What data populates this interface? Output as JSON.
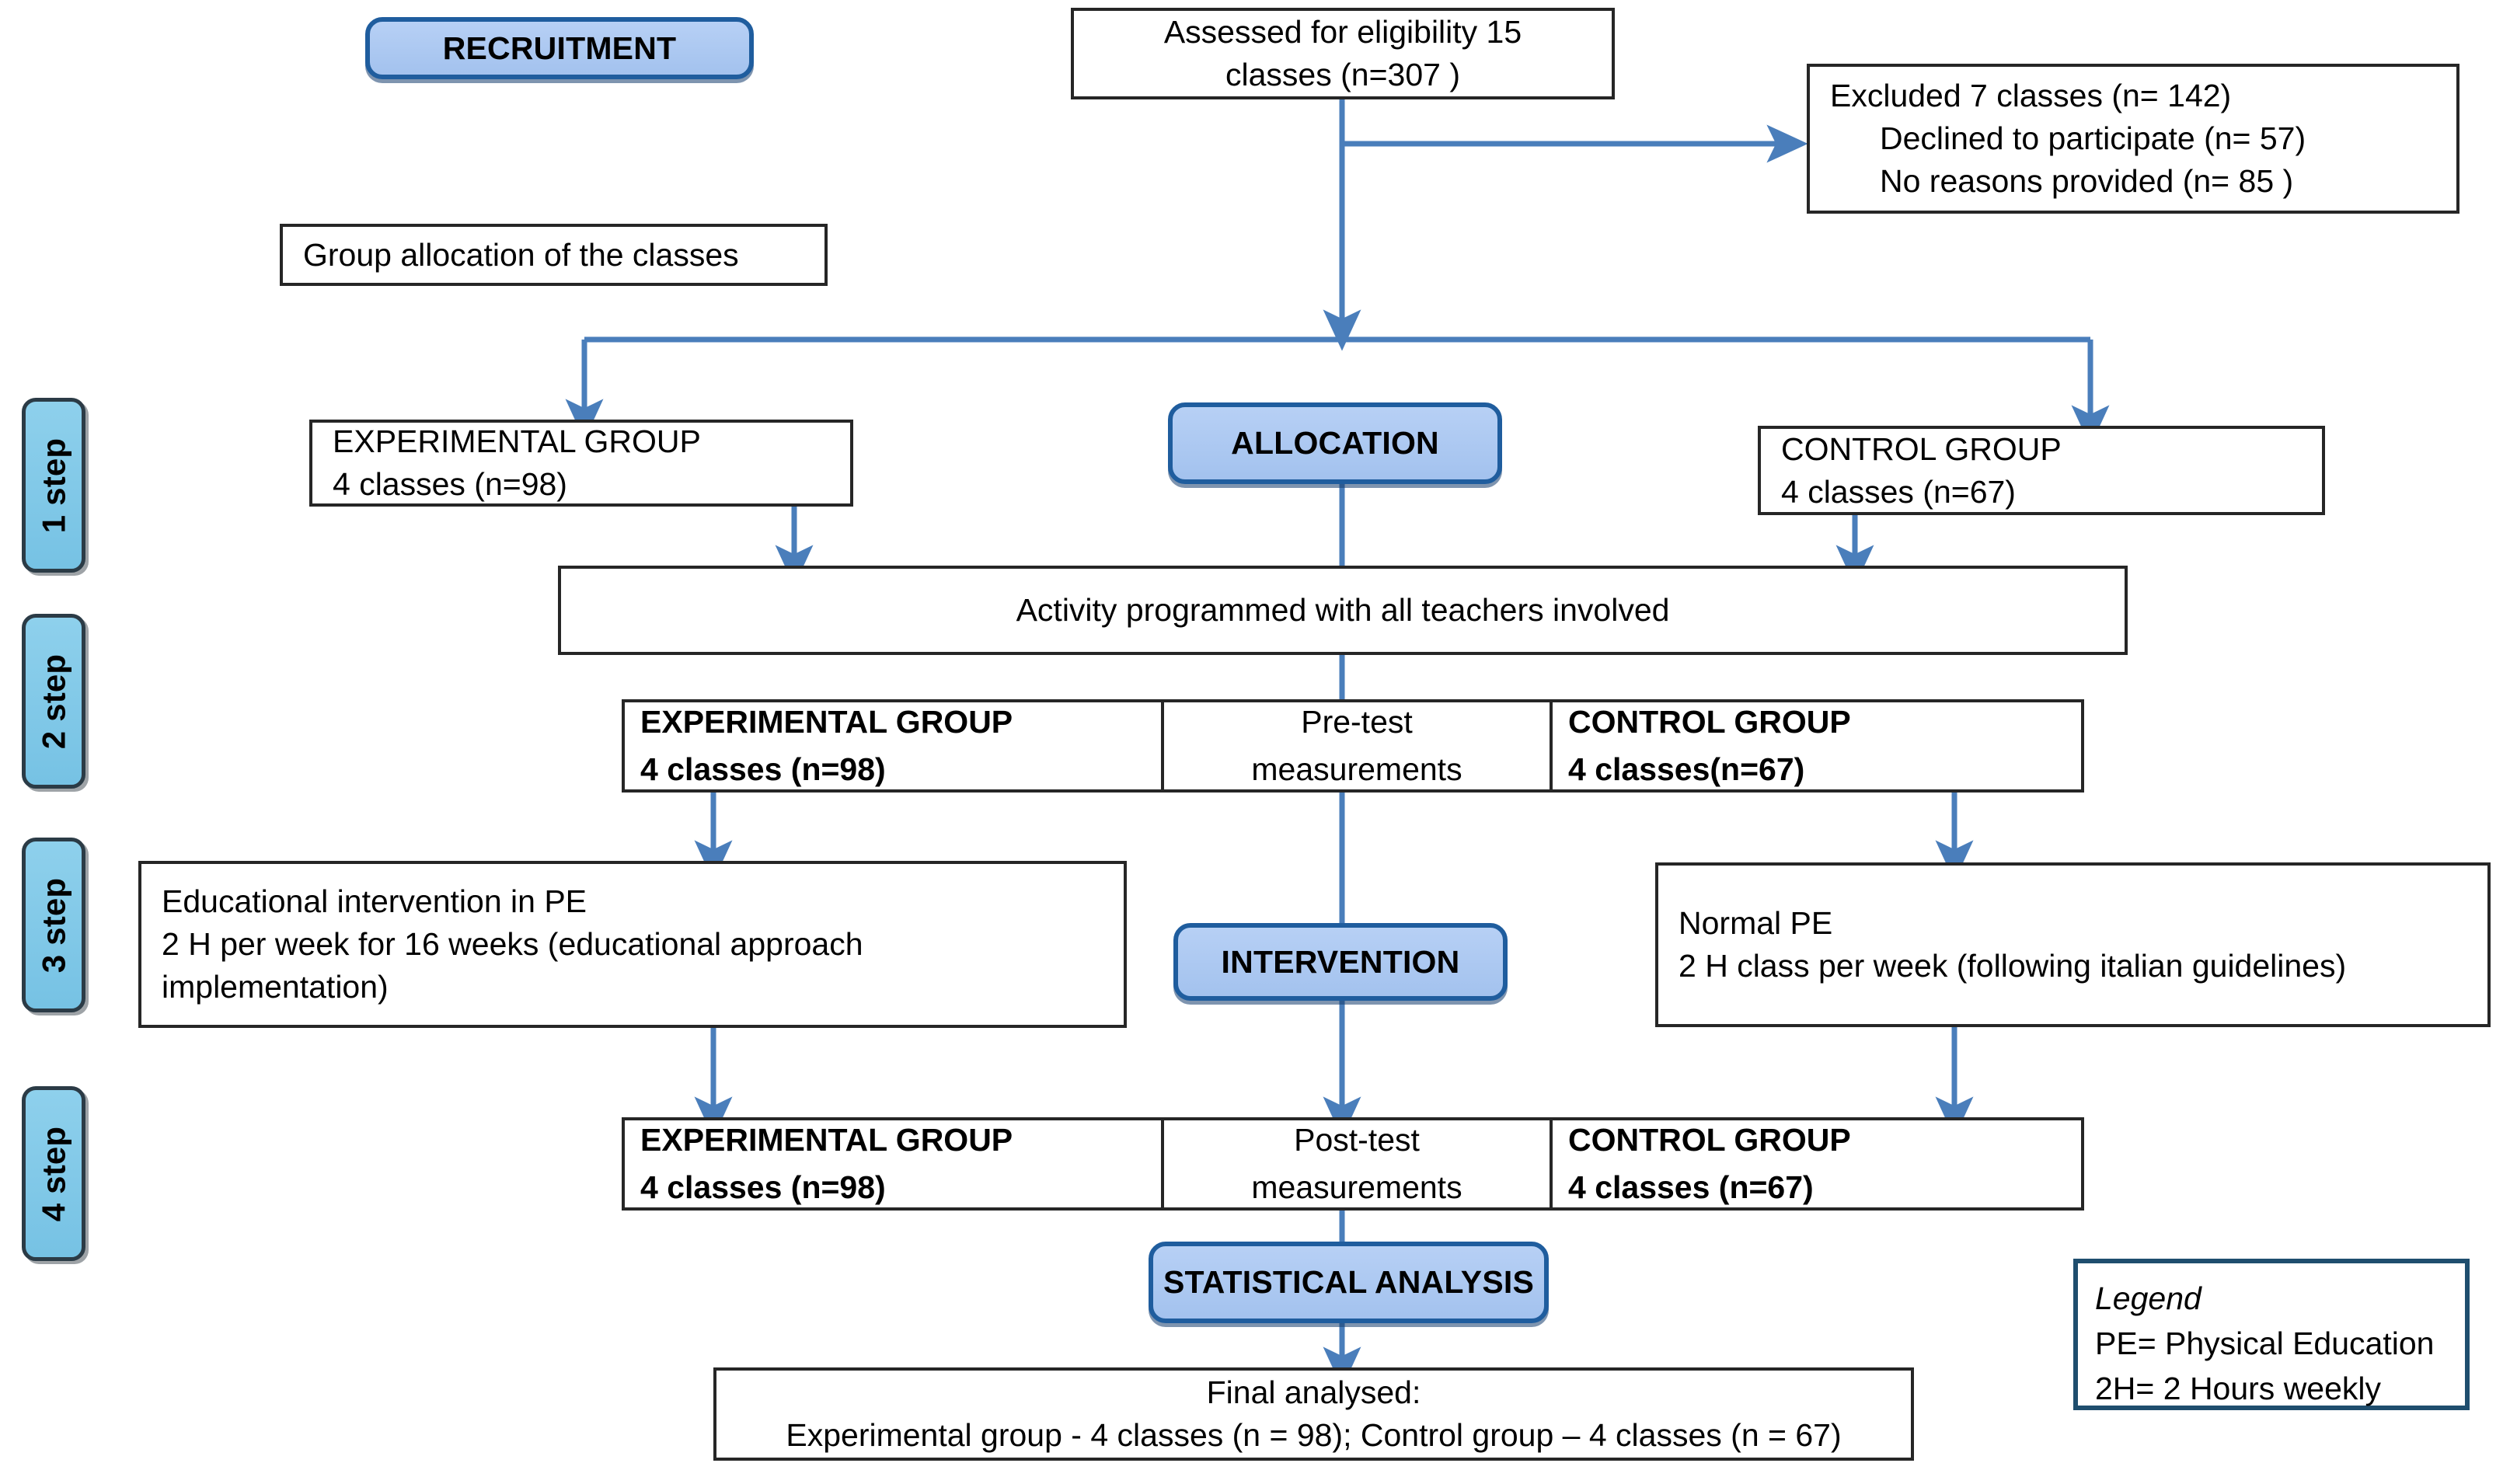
{
  "colors": {
    "connector": "#4a7ebb",
    "stage_fill": "#a8c6f0",
    "stage_border": "#1f5d9e",
    "step_fill": "#7fc8e8",
    "legend_border": "#1f4e6e",
    "box_border": "#262626"
  },
  "stages": {
    "recruitment": "RECRUITMENT",
    "allocation": "ALLOCATION",
    "intervention": "INTERVENTION",
    "statistical_analysis": "STATISTICAL ANALYSIS"
  },
  "steps": [
    {
      "label": "1 step"
    },
    {
      "label": "2 step"
    },
    {
      "label": "3 step"
    },
    {
      "label": "4 step"
    }
  ],
  "boxes": {
    "assessed": {
      "line1": "Assessed for eligibility 15",
      "line2": "classes (n=307 )"
    },
    "excluded": {
      "line1": "Excluded 7 classes (n= 142)",
      "line2": "Declined to participate (n= 57)",
      "line3": "No reasons provided (n= 85 )"
    },
    "group_allocation": {
      "line1": "Group allocation of the classes"
    },
    "experimental_alloc": {
      "line1": "EXPERIMENTAL GROUP",
      "line2": "4 classes (n=98)"
    },
    "control_alloc": {
      "line1": "CONTROL GROUP",
      "line2": "4 classes (n=67)"
    },
    "activity": {
      "line1": "Activity programmed with all teachers involved"
    },
    "educational_intervention": {
      "line1": "Educational intervention in PE",
      "line2": "2 H per week for 16 weeks (educational approach",
      "line3": "implementation)"
    },
    "normal_pe": {
      "line1": "Normal PE",
      "line2": "2 H class per week (following italian guidelines)"
    },
    "final": {
      "line1": "Final analysed:",
      "line2": "Experimental group - 4 classes (n = 98); Control group – 4 classes (n = 67)"
    }
  },
  "pretest_row": {
    "left": {
      "line1": "EXPERIMENTAL GROUP",
      "line2": "4 classes (n=98)"
    },
    "middle": {
      "line1": "Pre-test",
      "line2": "measurements"
    },
    "right": {
      "line1": "CONTROL GROUP",
      "line2": "4 classes(n=67)"
    }
  },
  "posttest_row": {
    "left": {
      "line1": "EXPERIMENTAL GROUP",
      "line2": "4 classes (n=98)"
    },
    "middle": {
      "line1": "Post-test",
      "line2": "measurements"
    },
    "right": {
      "line1": "CONTROL GROUP",
      "line2": "4 classes (n=67)"
    }
  },
  "legend": {
    "title": "Legend",
    "line1": "PE= Physical Education",
    "line2": "2H= 2 Hours weekly"
  }
}
